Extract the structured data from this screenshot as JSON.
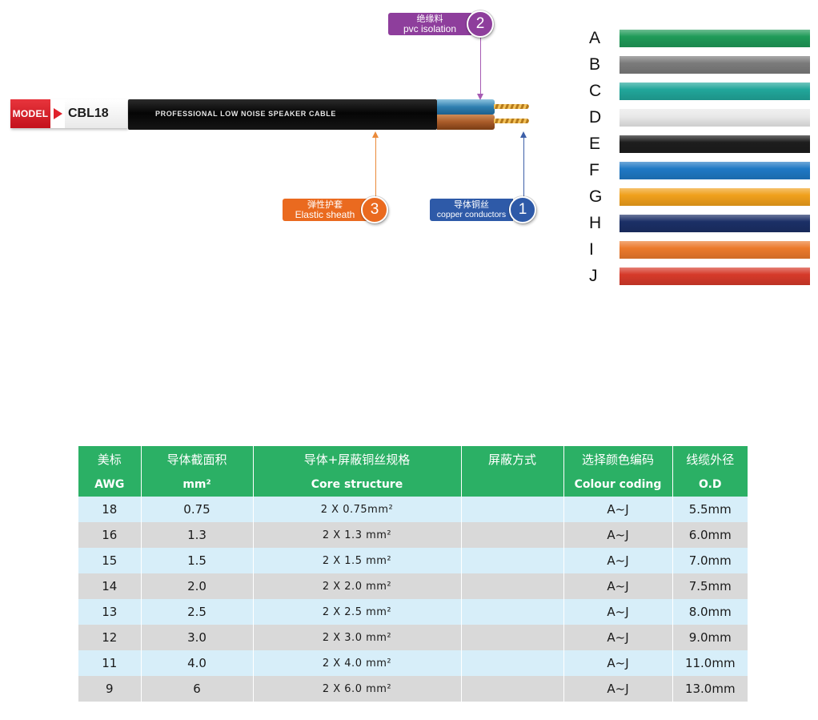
{
  "model": {
    "label": "MODEL",
    "name": "CBL18"
  },
  "cable": {
    "print_text": "PROFESSIONAL  LOW NOISE  SPEAKER  CABLE"
  },
  "callouts": [
    {
      "num": "1",
      "cn": "导体铜丝",
      "en": "copper conductors",
      "color": "#2e5aa8"
    },
    {
      "num": "2",
      "cn": "绝缘料",
      "en": "pvc isolation",
      "color": "#8e3e9c"
    },
    {
      "num": "3",
      "cn": "弹性护套",
      "en": "Elastic sheath",
      "color": "#ea6a1f"
    }
  ],
  "swatches": [
    {
      "letter": "A",
      "color": "#1f9a58"
    },
    {
      "letter": "B",
      "color": "#7b7b7b"
    },
    {
      "letter": "C",
      "color": "#21a69a"
    },
    {
      "letter": "D",
      "color": "#e9e9e9"
    },
    {
      "letter": "E",
      "color": "#1d1d1d"
    },
    {
      "letter": "F",
      "color": "#1f78c4"
    },
    {
      "letter": "G",
      "color": "#f0a01c"
    },
    {
      "letter": "H",
      "color": "#1b2f66"
    },
    {
      "letter": "I",
      "color": "#ec7a2c"
    },
    {
      "letter": "J",
      "color": "#d63a2a"
    }
  ],
  "table": {
    "headers_cn": [
      "美标",
      "导体截面积",
      "导体+屏蔽铜丝规格",
      "屏蔽方式",
      "选择颜色编码",
      "线缆外径"
    ],
    "headers_en": [
      "AWG",
      "mm²",
      "Core structure",
      "",
      "Colour coding",
      "O.D"
    ],
    "rows": [
      [
        "18",
        "0.75",
        "2 X 0.75mm²",
        "",
        "A~J",
        "5.5mm"
      ],
      [
        "16",
        "1.3",
        "2 X  1.3 mm²",
        "",
        "A~J",
        "6.0mm"
      ],
      [
        "15",
        "1.5",
        "2 X  1.5 mm²",
        "",
        "A~J",
        "7.0mm"
      ],
      [
        "14",
        "2.0",
        "2 X  2.0 mm²",
        "",
        "A~J",
        "7.5mm"
      ],
      [
        "13",
        "2.5",
        "2 X  2.5 mm²",
        "",
        "A~J",
        "8.0mm"
      ],
      [
        "12",
        "3.0",
        "2 X  3.0 mm²",
        "",
        "A~J",
        "9.0mm"
      ],
      [
        "11",
        "4.0",
        "2 X  4.0 mm²",
        "",
        "A~J",
        "11.0mm"
      ],
      [
        "9",
        "6",
        "2 X  6.0 mm²",
        "",
        "A~J",
        "13.0mm"
      ]
    ]
  }
}
